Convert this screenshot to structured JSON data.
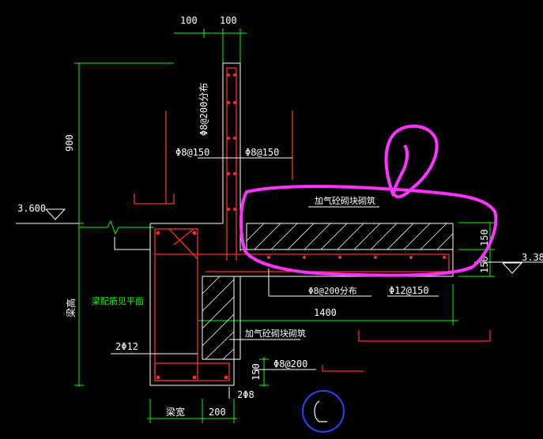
{
  "labels": {
    "dim_100_left": "100",
    "dim_100_right": "100",
    "dim_900": "900",
    "level_3600": "3.600",
    "level_338": "3.38",
    "rebar_phi8_200_dist_top": "Φ8@200分布",
    "rebar_phi8_150_left": "Φ8@150",
    "rebar_phi8_150_right": "Φ8@150",
    "aerated_block_top": "加气砼砌块砌筑",
    "aerated_block_bottom": "加气砼砌块砌筑",
    "dim_150_a": "150",
    "dim_150_b": "150",
    "beam_height": "梁高",
    "beam_rebar_note": "梁配筋见平面",
    "rebar_phi8_200_dist_slab": "Φ8@200分布",
    "rebar_phi12_150": "Φ12@150",
    "dim_1400": "1400",
    "rebar_2phi12": "2Φ12",
    "dim_150_c": "150",
    "rebar_phi8_200_stirrup": "Φ8@200",
    "rebar_2phi8": "2Φ8",
    "beam_width": "梁宽",
    "dim_200": "200"
  },
  "colors": {
    "background": "#000000",
    "dimension": "#00ff00",
    "rebar": "#ff2a2a",
    "outline": "#ffffff",
    "annotation": "#ff33ff",
    "marker": "#2244ff"
  }
}
